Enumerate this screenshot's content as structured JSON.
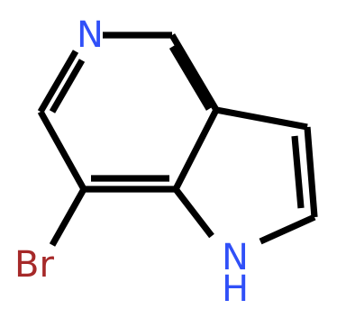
{
  "molecule": {
    "colors": {
      "bond": "#000000",
      "nitrogen": "#3050F8",
      "bromine": "#A62929",
      "background": "#FFFFFF"
    },
    "atoms": {
      "pyridine_n": "N",
      "pyrrole_n": "N",
      "pyrrole_h": "H",
      "bromine": "Br"
    }
  }
}
